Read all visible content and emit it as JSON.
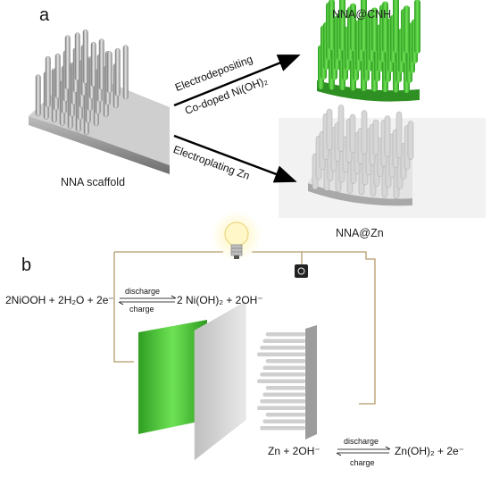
{
  "panel_a": {
    "label": "a",
    "scaffold_caption": "NNA scaffold",
    "product_top": "NNA@CNH",
    "product_bottom": "NNA@Zn",
    "arrow1_line1": "Electrodepositing",
    "arrow1_line2": "Co-doped Ni(OH)₂",
    "arrow2_label": "Electroplating Zn"
  },
  "panel_b": {
    "label": "b",
    "cathode_eq_left": "2NiOOH + 2H₂O + 2e⁻",
    "cathode_eq_right": "2 Ni(OH)₂ + 2OH⁻",
    "cathode_forward": "discharge",
    "cathode_reverse": "charge",
    "anode_eq_left": "Zn + 2OH⁻",
    "anode_eq_right": "Zn(OH)₂ + 2e⁻",
    "anode_forward": "discharge",
    "anode_reverse": "charge"
  },
  "colors": {
    "green": "#3fbf2f",
    "grey": "#9a9a9a",
    "wire": "#b59a6a"
  }
}
